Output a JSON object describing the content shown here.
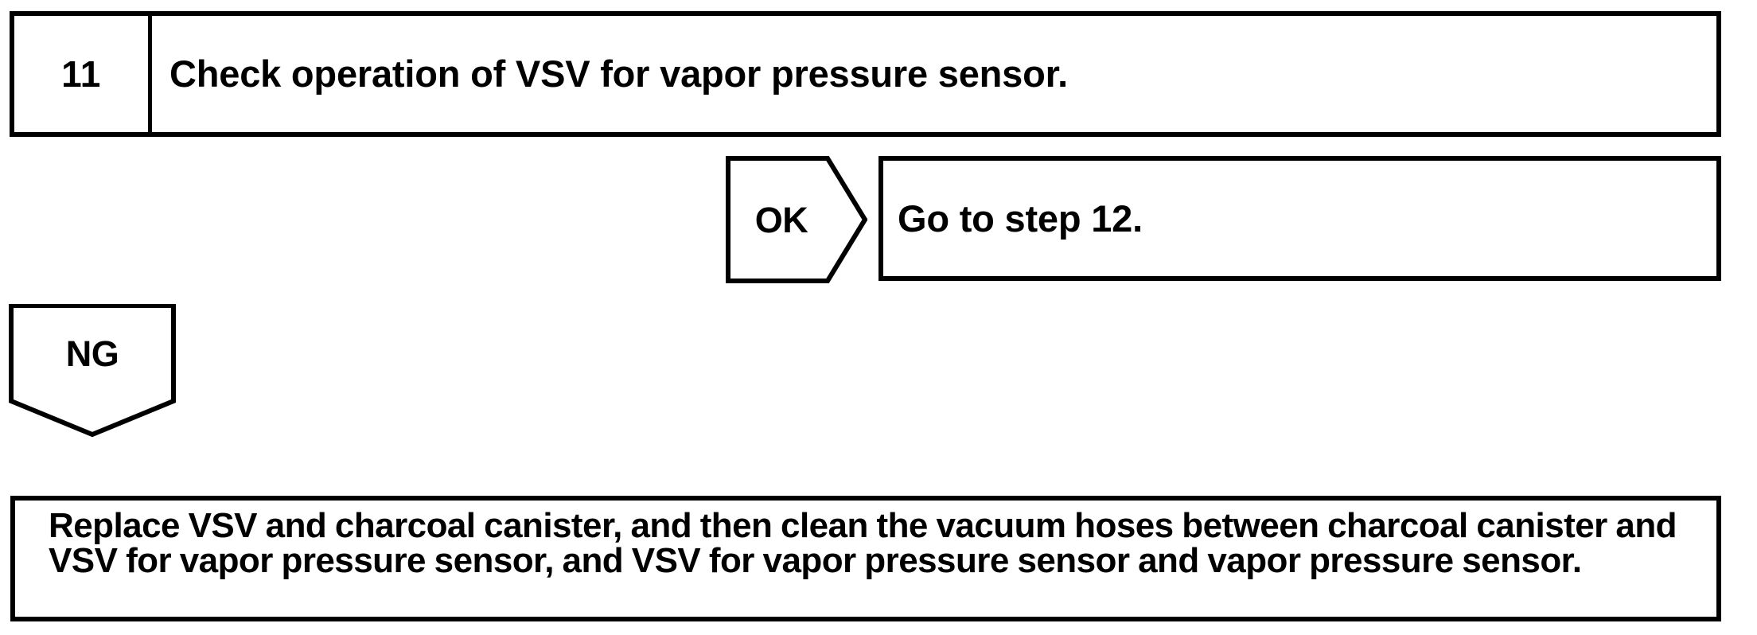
{
  "diagram": {
    "type": "troubleshooting-flowchart",
    "colors": {
      "ink": "#000000",
      "background": "#ffffff"
    },
    "step": {
      "number": "11",
      "description": "Check operation of VSV for vapor pressure sensor."
    },
    "branches": [
      {
        "result_label": "OK",
        "shape": "pentagon-right",
        "target_text": "Go to step 12."
      },
      {
        "result_label": "NG",
        "shape": "pentagon-down",
        "target_text": "Replace VSV and charcoal canister, and then clean the vacuum hoses between charcoal canister and VSV for vapor pressure sensor, and VSV for vapor pressure sensor and vapor pressure sensor."
      }
    ]
  }
}
